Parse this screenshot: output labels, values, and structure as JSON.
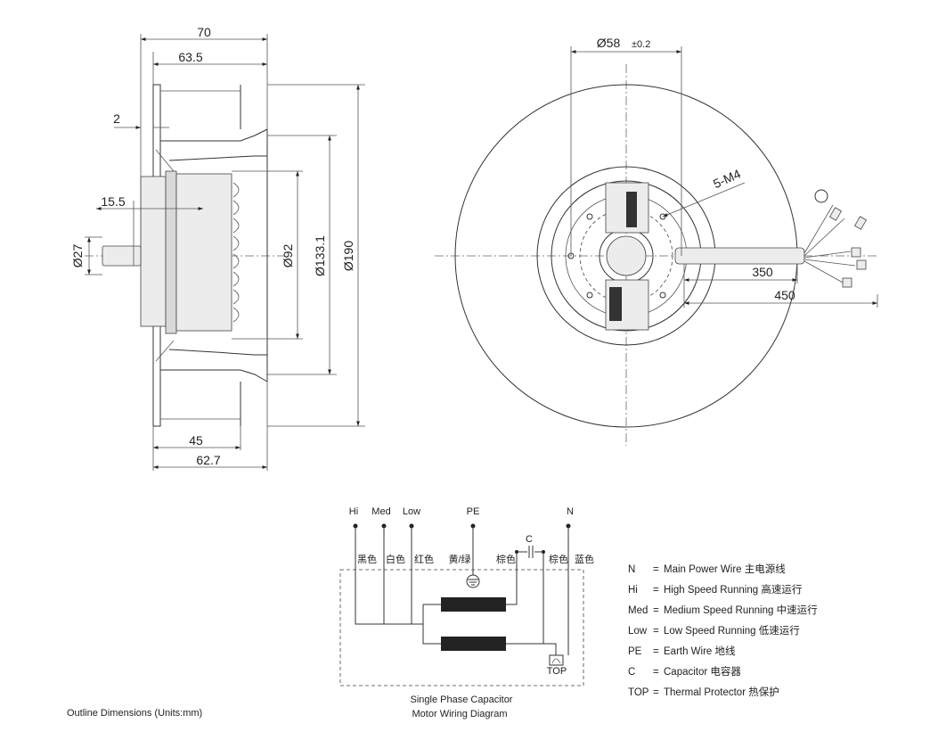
{
  "side_view": {
    "dims": {
      "d70": "70",
      "d63_5": "63.5",
      "d2": "2",
      "d15_5": "15.5",
      "d27": "Ø27",
      "d92": "Ø92",
      "d133_1": "Ø133.1",
      "d190": "Ø190",
      "d45": "45",
      "d62_7": "62.7"
    }
  },
  "front_view": {
    "dims": {
      "d58": "Ø58",
      "d58_tol": "±0.2",
      "m4": "5-M4",
      "d350": "350",
      "d450": "450"
    }
  },
  "wiring": {
    "terminals": {
      "hi": "Hi",
      "med": "Med",
      "low": "Low",
      "pe": "PE",
      "n": "N"
    },
    "capacitor": "C",
    "colors": {
      "black": "黑色",
      "white": "白色",
      "red": "红色",
      "yellow_green": "黄/绿",
      "brown1": "棕色",
      "brown2": "棕色",
      "blue": "蓝色"
    },
    "top_label": "TOP",
    "title_line1": "Single Phase Capacitor",
    "title_line2": "Motor Wiring Diagram"
  },
  "legend": [
    {
      "key": "N",
      "eq": "=",
      "text": "Main Power  Wire  主电源线"
    },
    {
      "key": "Hi",
      "eq": "=",
      "text": "High Speed Running  高速运行"
    },
    {
      "key": "Med",
      "eq": "=",
      "text": "Medium Speed Running  中速运行"
    },
    {
      "key": "Low",
      "eq": "=",
      "text": "Low Speed Running 低速运行"
    },
    {
      "key": "PE",
      "eq": "=",
      "text": "Earth Wire  地线"
    },
    {
      "key": "C",
      "eq": "=",
      "text": "Capacitor  电容器"
    },
    {
      "key": "TOP",
      "eq": "=",
      "text": "Thermal Protector 热保护"
    }
  ],
  "footer": "Outline Dimensions (Units:mm)"
}
